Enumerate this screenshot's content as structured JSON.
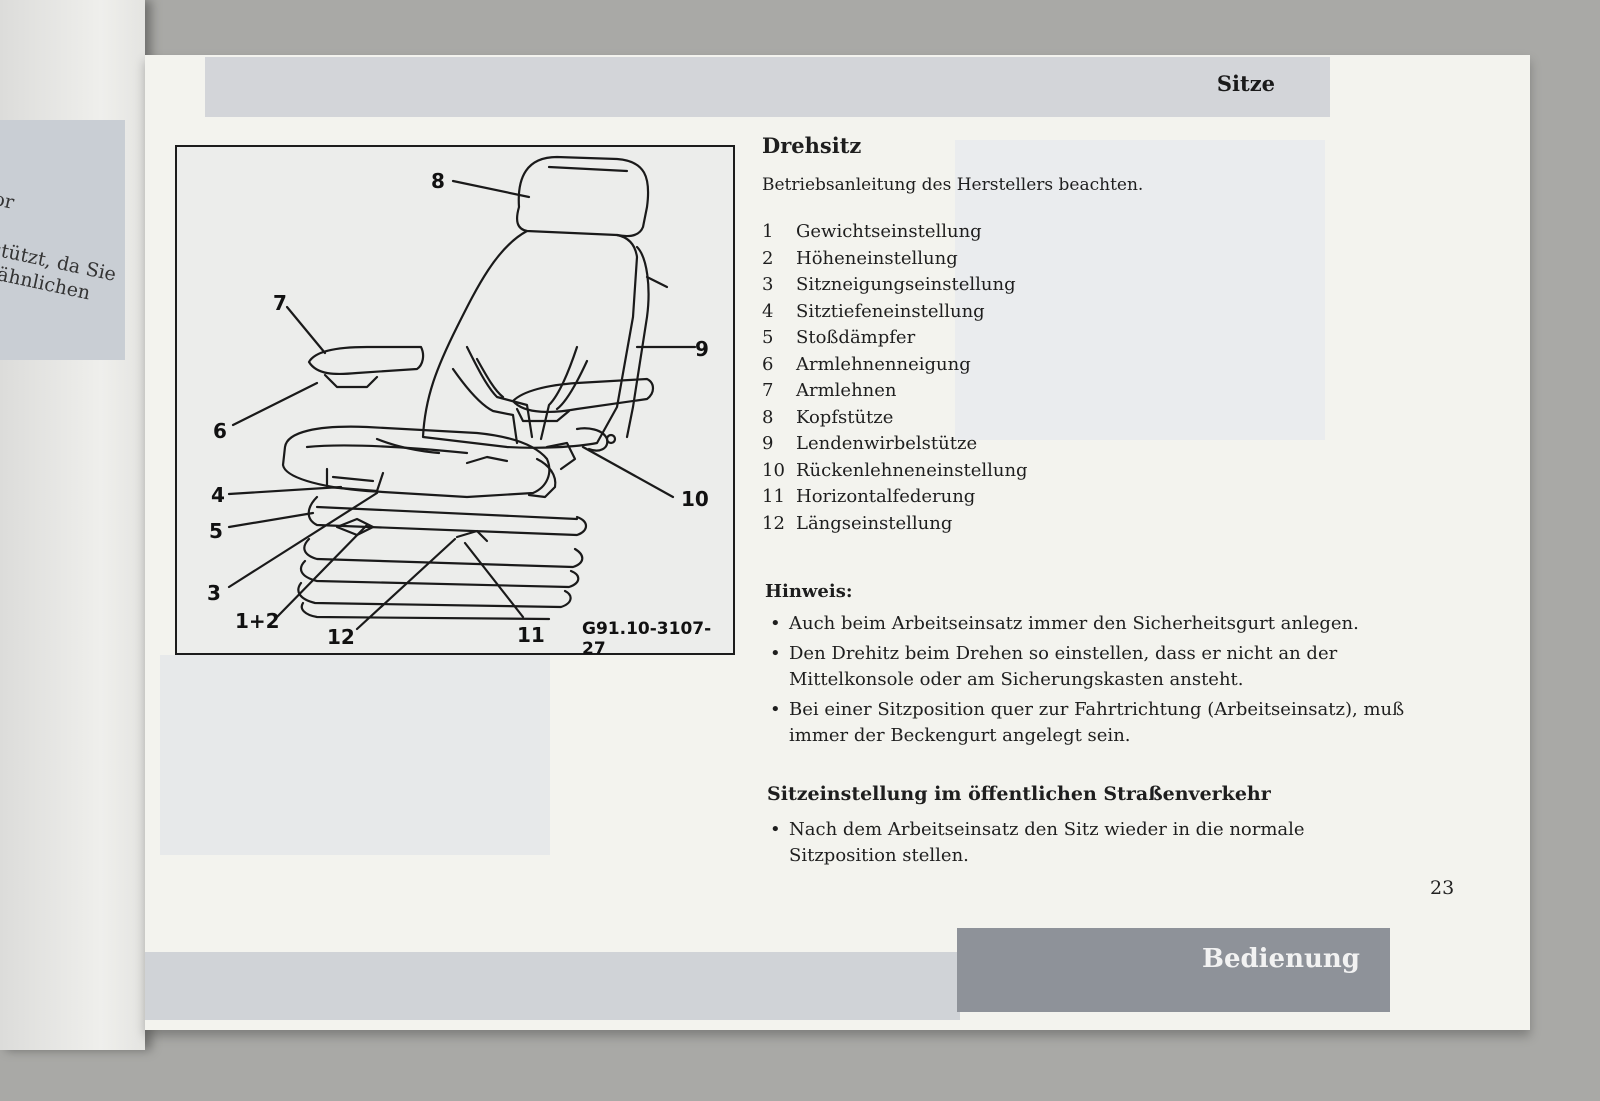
{
  "left_page": {
    "fragments": [
      "or",
      "stützt, da Sie",
      "lähnlichen"
    ]
  },
  "header": {
    "section": "Sitze"
  },
  "figure": {
    "callouts": [
      "8",
      "7",
      "9",
      "6",
      "4",
      "10",
      "5",
      "3",
      "1+2",
      "12",
      "11"
    ],
    "code": "G91.10-3107-27"
  },
  "content": {
    "title": "Drehsitz",
    "intro": "Betriebsanleitung des Herstellers beachten.",
    "items": [
      {
        "num": "1",
        "label": "Gewichtseinstellung"
      },
      {
        "num": "2",
        "label": "Höheneinstellung"
      },
      {
        "num": "3",
        "label": "Sitzneigungseinstellung"
      },
      {
        "num": "4",
        "label": "Sitztiefeneinstellung"
      },
      {
        "num": "5",
        "label": "Stoßdämpfer"
      },
      {
        "num": "6",
        "label": "Armlehnenneigung"
      },
      {
        "num": "7",
        "label": "Armlehnen"
      },
      {
        "num": "8",
        "label": "Kopfstütze"
      },
      {
        "num": "9",
        "label": "Lendenwirbelstütze"
      },
      {
        "num": "10",
        "label": "Rückenlehneneinstellung"
      },
      {
        "num": "11",
        "label": "Horizontalfederung"
      },
      {
        "num": "12",
        "label": "Längseinstellung"
      }
    ],
    "note_heading": "Hinweis:",
    "notes": [
      "Auch beim Arbeitseinsatz immer den Sicherheitsgurt anlegen.",
      "Den Drehitz beim Drehen so einstellen, dass er nicht an der Mittelkonsole oder am Sicherungskasten ansteht.",
      "Bei einer Sitzposition quer zur Fahrtrichtung (Arbeitseinsatz), muß immer der Beckengurt angelegt sein."
    ],
    "subheading": "Sitzeinstellung im öffentlichen Straßenverkehr",
    "sub_notes": [
      "Nach dem Arbeitseinsatz den Sitz wieder in die normale Sitzposition stellen."
    ]
  },
  "page_number": "23",
  "footer": {
    "chapter": "Bedienung"
  }
}
